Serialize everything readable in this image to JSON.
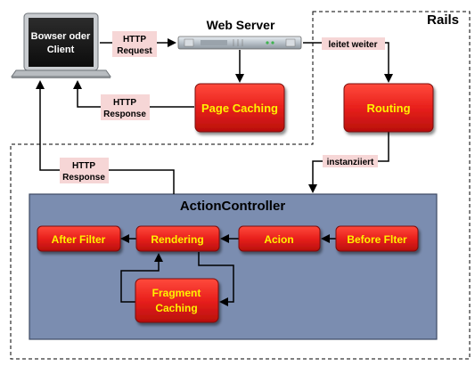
{
  "client": {
    "label_line1": "Bowser oder",
    "label_line2": "Client"
  },
  "web_server": {
    "label": "Web Server"
  },
  "rails": {
    "label": "Rails"
  },
  "nodes": {
    "page_caching": "Page Caching",
    "routing": "Routing",
    "after_filter": "After Filter",
    "rendering": "Rendering",
    "action": "Acion",
    "before_filter": "Before Flter",
    "fragment_caching_line1": "Fragment",
    "fragment_caching_line2": "Caching"
  },
  "action_controller": {
    "label": "ActionController"
  },
  "edge_labels": {
    "http_request_line1": "HTTP",
    "http_request_line2": "Request",
    "http_response_top_line1": "HTTP",
    "http_response_top_line2": "Response",
    "http_response_bottom_line1": "HTTP",
    "http_response_bottom_line2": "Response",
    "leitet_weiter": "leitet weiter",
    "instanziiert": "instanziiert"
  },
  "colors": {
    "node_fill": "#e8201c",
    "node_text": "#fff200",
    "controller_fill": "#7b8db0",
    "label_box": "#f6d6d6"
  }
}
